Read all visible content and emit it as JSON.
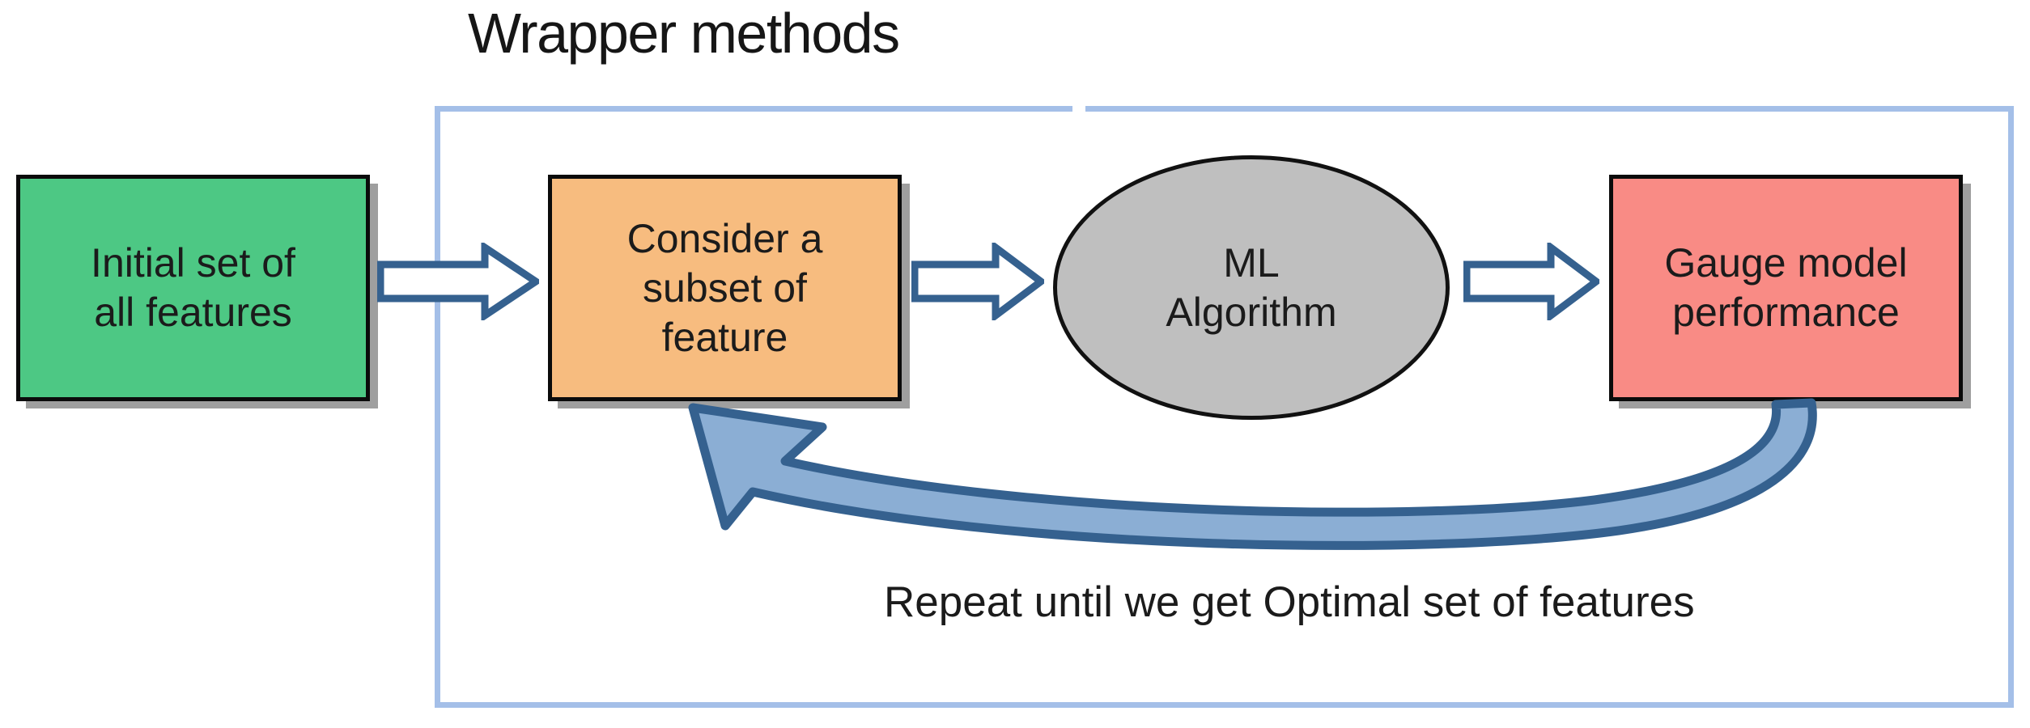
{
  "diagram": {
    "title": "Wrapper methods",
    "caption": "Repeat until we get Optimal set of features",
    "nodes": {
      "initial": {
        "label": "Initial set of\nall features",
        "line1": "Initial set of",
        "line2": "all features",
        "color": "#4DC884",
        "shape": "rectangle"
      },
      "subset": {
        "label": "Consider a\nsubset of\nfeature",
        "line1": "Consider a",
        "line2": "subset of",
        "line3": "feature",
        "color": "#F7BC7F",
        "shape": "rectangle"
      },
      "ml": {
        "label": "ML\nAlgorithm",
        "line1": "ML",
        "line2": "Algorithm",
        "color": "#BFBFBF",
        "shape": "ellipse"
      },
      "gauge": {
        "label": "Gauge model\nperformance",
        "line1": "Gauge model",
        "line2": "performance",
        "color": "#F98B85",
        "shape": "rectangle"
      }
    },
    "arrows": {
      "a1_name": "initial-to-subset",
      "a2_name": "subset-to-ml",
      "a3_name": "ml-to-gauge",
      "feedback_name": "gauge-to-subset-feedback",
      "outline_color": "#35618F",
      "fill_color": "#FFFFFF",
      "feedback_fill": "#8BAED4"
    },
    "frame": {
      "border_color": "#A4BFE8"
    }
  }
}
